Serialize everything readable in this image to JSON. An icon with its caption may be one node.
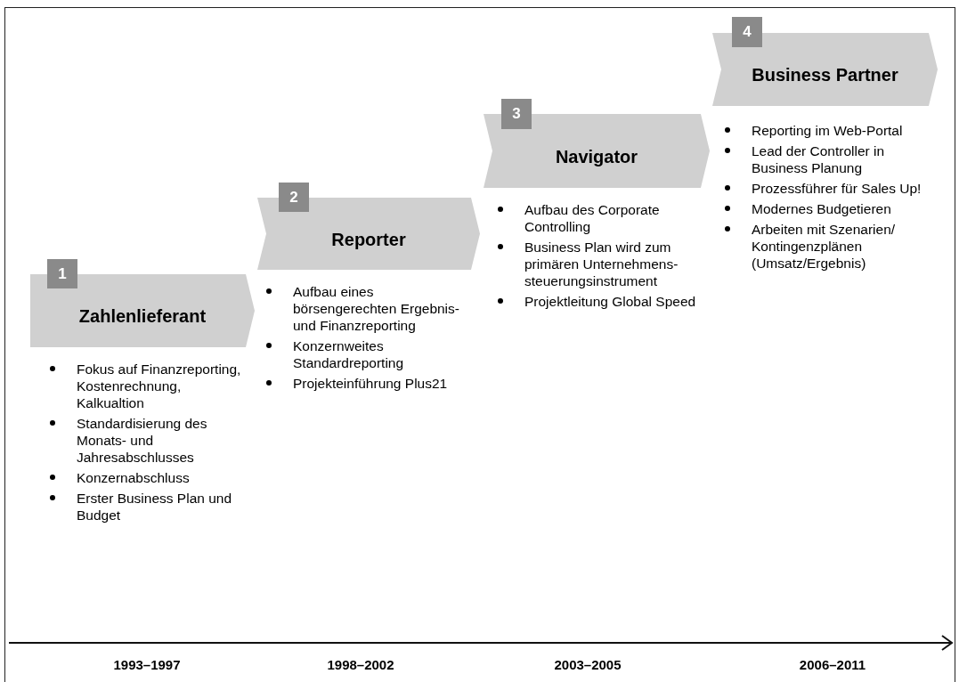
{
  "diagram": {
    "nodes": [
      {
        "text": [
          "1"
        ]
      },
      {
        "text": [
          "Zahlenlieferant"
        ]
      },
      {
        "text": [
          "2"
        ]
      },
      {
        "text": [
          "Reporter"
        ]
      },
      {
        "text": [
          "3"
        ]
      },
      {
        "text": [
          "Navigator"
        ]
      },
      {
        "text": [
          "4"
        ]
      },
      {
        "text": [
          "Business Partner"
        ]
      }
    ],
    "labels": [
      "Fokus auf Finanzreporting, Kostenrechnung, Kalkualtion",
      "Standardisierung des Monats- und Jahresabschlusses",
      "Konzernabschluss",
      "Erster Business Plan und Budget",
      "Aufbau eines börsengerechten Ergebnis- und Finanzreporting",
      "Konzernweites Standardreporting",
      "Projekteinführung Plus21",
      "Aufbau des Corporate Controlling",
      "Business Plan wird zum primären Unternehmens- steuerungsinstrument",
      "Projektleitung Global Speed",
      "Reporting im Web-Portal",
      "Lead der Controller in Business Planung",
      "Prozessführer für Sales Up!",
      "Modernes Budgetieren",
      "Arbeiten mit Szenarien/ Kontingenzplänen (Umsatz/Ergebnis)",
      "1993–1997",
      "1998–2002",
      "2003–2005",
      "2006–2011"
    ]
  }
}
